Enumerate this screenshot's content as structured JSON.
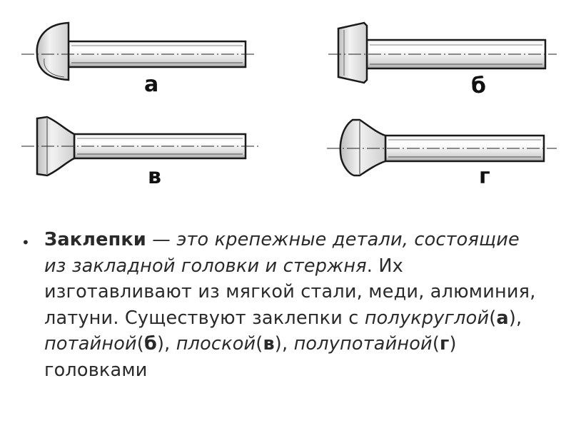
{
  "labels": {
    "a": "а",
    "b": "б",
    "v": "в",
    "g": "г"
  },
  "description": {
    "bullet": "•",
    "term": "Заклепки",
    "dash": " — ",
    "definition": "это крепежные детали, состоящие из закладной головки и стержня",
    "sentence2": ". Их изготавливают из мягкой стали, меди, алюминия, латуни. Существуют заклепки с ",
    "type_a": "полукруглой",
    "type_a_ref": "а",
    "sep1": "), ",
    "type_b": "потайной",
    "type_b_ref": "б",
    "sep2": "), ",
    "type_v": "плоской",
    "type_v_ref": "в",
    "sep3": "), ",
    "type_g": "полупотайной",
    "type_g_ref": "г",
    "ending": ") головками"
  }
}
